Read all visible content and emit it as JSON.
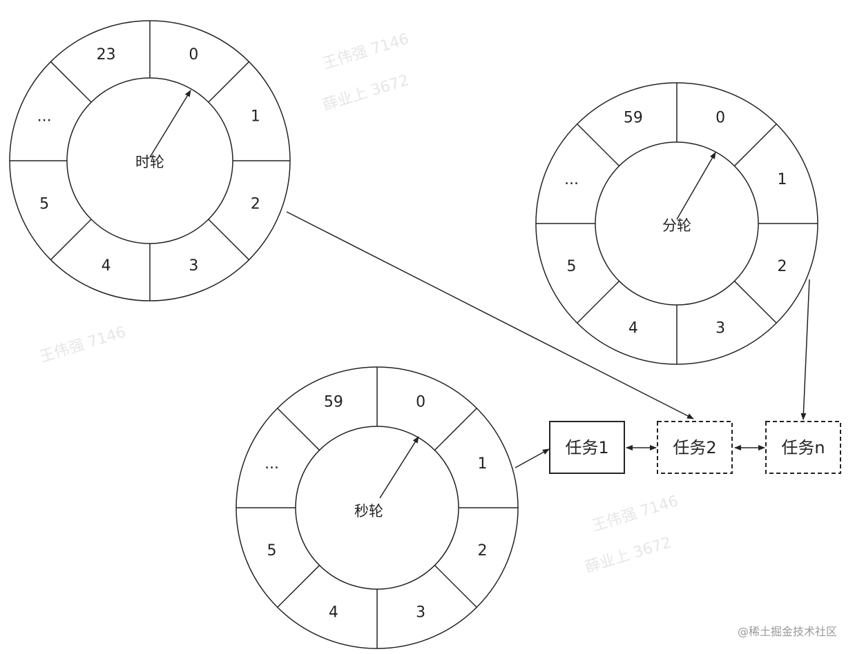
{
  "wheels": [
    {
      "name": "时轮",
      "labels": [
        "0",
        "1",
        "2",
        "3",
        "4",
        "5",
        "...",
        "23"
      ]
    },
    {
      "name": "分轮",
      "labels": [
        "0",
        "1",
        "2",
        "3",
        "4",
        "5",
        "...",
        "59"
      ]
    },
    {
      "name": "秒轮",
      "labels": [
        "0",
        "1",
        "2",
        "3",
        "4",
        "5",
        "...",
        "59"
      ]
    }
  ],
  "tasks": [
    {
      "label": "任务1",
      "style": "solid"
    },
    {
      "label": "任务2",
      "style": "dashed"
    },
    {
      "label": "任务n",
      "style": "dashed"
    }
  ],
  "watermarks": [
    "薛业上 3672",
    "王伟强 7146"
  ],
  "footer": "@稀土掘金技术社区",
  "colors": {
    "stroke": "#222222",
    "watermark": "#e6e6e6",
    "footer": "#9a9a9a"
  }
}
